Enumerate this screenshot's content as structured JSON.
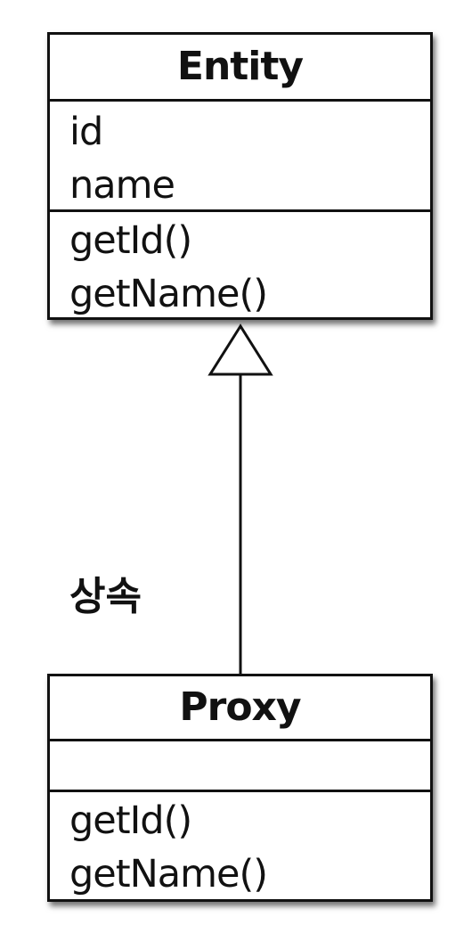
{
  "diagram": {
    "parent_class": {
      "name": "Entity",
      "attributes": [
        "id",
        "name"
      ],
      "methods": [
        "getId()",
        "getName()"
      ]
    },
    "child_class": {
      "name": "Proxy",
      "attributes": [],
      "methods": [
        "getId()",
        "getName()"
      ]
    },
    "relationship": {
      "type": "inheritance",
      "label": "상속"
    }
  }
}
